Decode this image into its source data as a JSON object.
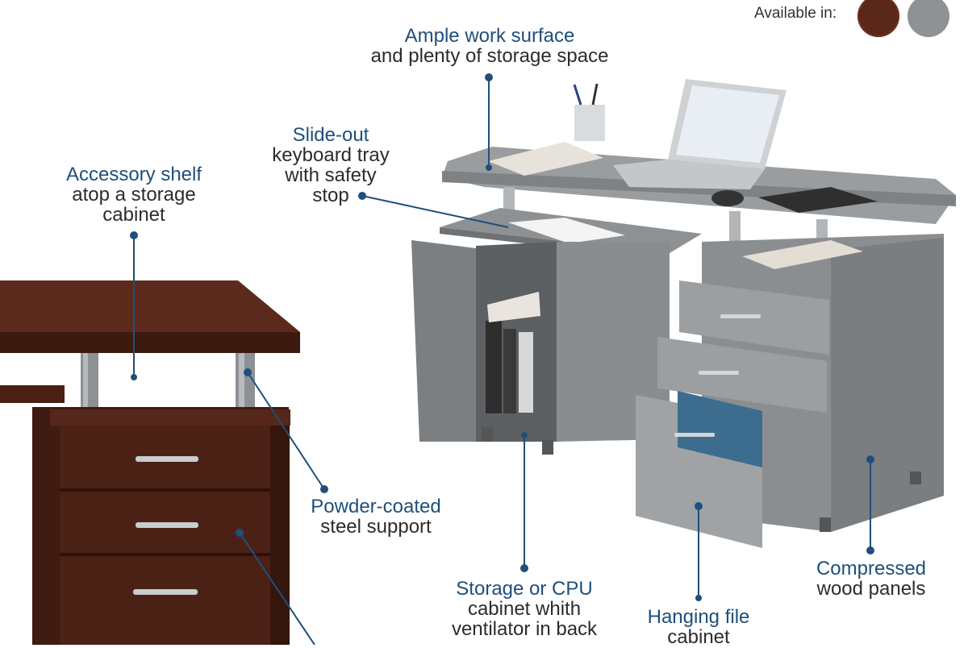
{
  "availability": {
    "label": "Available in:",
    "swatches": [
      {
        "name": "chocolate-swatch",
        "color": "#5a2718"
      },
      {
        "name": "grey-swatch",
        "color": "#8f9294"
      }
    ]
  },
  "callouts": {
    "ample": {
      "title": "Ample work surface",
      "sub": "and plenty of storage space"
    },
    "slideout": {
      "title": "Slide-out",
      "sub1": "keyboard tray",
      "sub2": "with safety",
      "sub3": "stop"
    },
    "accessory": {
      "title": "Accessory shelf",
      "sub1": "atop a storage",
      "sub2": "cabinet"
    },
    "powder": {
      "title": "Powder-coated",
      "sub": "steel support"
    },
    "storage": {
      "title": "Storage or CPU",
      "sub1": "cabinet whith",
      "sub2": "ventilator in back"
    },
    "hanging": {
      "title": "Hanging file",
      "sub": "cabinet"
    },
    "compressed": {
      "title": "Compressed",
      "sub": "wood panels"
    }
  },
  "colors": {
    "callout_title": "#1f4f7a",
    "callout_text": "#2c2c2c",
    "leader_line": "#1f4f7a",
    "desk_grey": "#8a8d90",
    "desk_brown": "#4a2418"
  }
}
